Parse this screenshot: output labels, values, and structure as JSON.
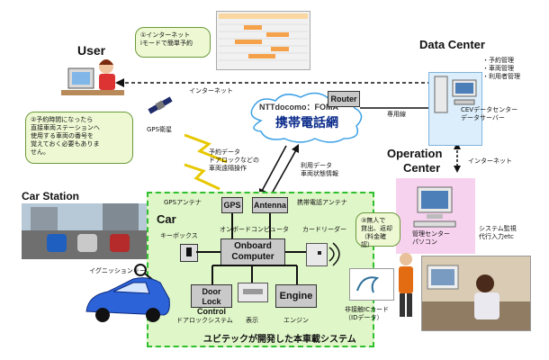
{
  "user": {
    "title": "User",
    "bubble1": [
      "①インターネット",
      "iモードで簡単予約"
    ],
    "bubble2": [
      "②予約時間になったら",
      "直接車両ステーションへ",
      "使用する車両の番号を",
      "覚えておく必要もありま",
      "せん。"
    ]
  },
  "network": {
    "internet_label": "インターネット",
    "gps_label": "GPS衛星",
    "cloud_title": "NTTdocomo：FOMA",
    "cloud_main": "携帯電話網",
    "router_label": "Router",
    "dedicated_line_label": "専用線",
    "reservation_note": [
      "予約データ",
      "ドアロックなどの",
      "車両遠隔操作"
    ],
    "usage_note": [
      "利用データ",
      "車両状態情報"
    ]
  },
  "data_center": {
    "title": "Data Center",
    "items": [
      "・予約管理",
      "・車両管理",
      "・利用者管理"
    ],
    "server_label": [
      "CEVデータセンター",
      "データサーバー"
    ]
  },
  "operation_center": {
    "title": "Operation",
    "title2": "Center",
    "internet_label": "インターネット",
    "pc_label": [
      "管理センター",
      "パソコン"
    ],
    "system_label": [
      "システム監視",
      "代行入力etc"
    ]
  },
  "car_station": {
    "title": "Car Station"
  },
  "car": {
    "title": "Car",
    "gps_antenna_label": "GPSアンテナ",
    "mobile_antenna_label": "携帯電話アンテナ",
    "gps_box": "GPS",
    "antenna_box": "Antenna",
    "keybox_label": "キーボックス",
    "onboard_jp_label": "オンボードコンピュータ",
    "card_reader_label": "カードリーダー",
    "onboard_box": [
      "Onboard",
      "Computer"
    ],
    "door_lock_box": [
      "Door Lock",
      "Control"
    ],
    "engine_box": "Engine",
    "door_lock_label": "ドアロックシステム",
    "display_label": "表示",
    "engine_label": "エンジン",
    "ignition_label": "イグニッションキー",
    "bubble3": [
      "③無人で",
      "貸出、返却",
      "（料金確認）"
    ],
    "ic_card_label": [
      "非接触ICカード",
      "（IDデータ）"
    ],
    "footer": "ユビテックが開発した本車載システム"
  },
  "colors": {
    "car_area_fill": "#dff6c8",
    "car_area_border": "#2fbf2f",
    "bubble_fill": "#eef9d4",
    "operation_fill": "#f7d2ee",
    "box_fill": "#c9c9c9"
  }
}
